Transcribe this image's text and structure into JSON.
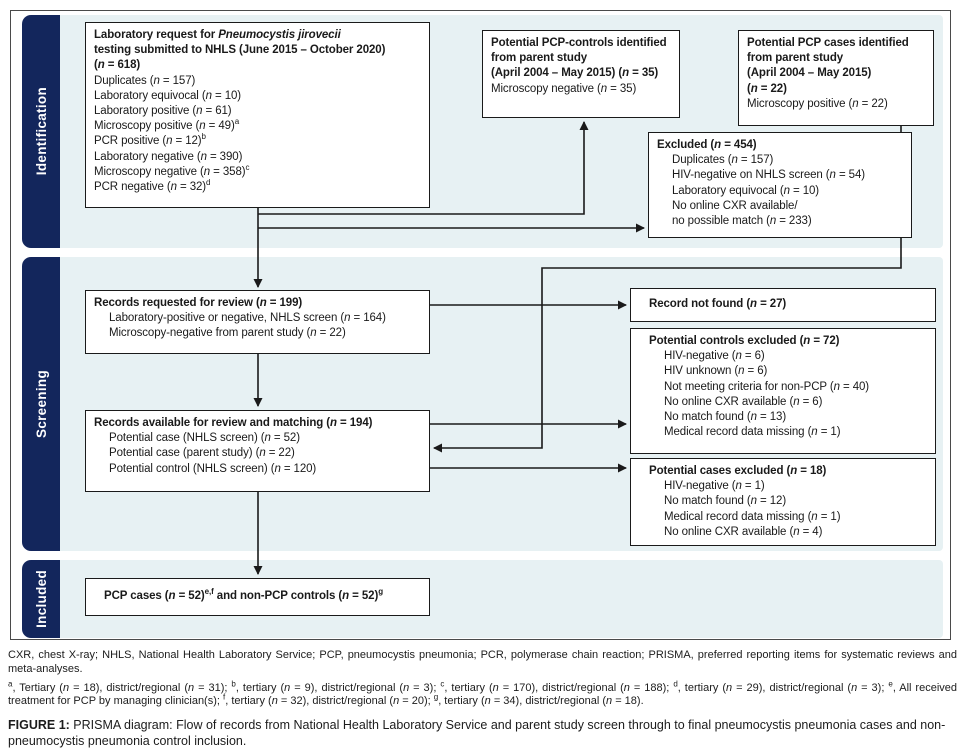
{
  "figure": {
    "sections": [
      {
        "id": "identification",
        "label": "Identification"
      },
      {
        "id": "screening",
        "label": "Screening"
      },
      {
        "id": "included",
        "label": "Included"
      }
    ],
    "boxes": {
      "lab_request": {
        "title_lines": [
          "Laboratory request for *Pneumocystis jirovecii*",
          "testing submitted to NHLS (June 2015 – October 2020)",
          "(n = 618)"
        ],
        "lines": [
          "Duplicates (n = 157)",
          "Laboratory equivocal (n = 10)",
          "Laboratory positive (n = 61)",
          "Microscopy positive (n = 49)^{a}",
          "PCR positive (n = 12)^{b}",
          "Laboratory negative (n = 390)",
          "Microscopy negative (n = 358)^{c}",
          "PCR negative (n = 32)^{d}"
        ],
        "indent": false
      },
      "pcp_controls": {
        "title_lines": [
          "Potential PCP-controls identified",
          "from parent study",
          "(April 2004 – May 2015) (n = 35)"
        ],
        "lines": [
          "Microscopy negative (n = 35)"
        ],
        "indent": false
      },
      "pcp_cases": {
        "title_lines": [
          "Potential PCP cases identified",
          "from parent study",
          "(April 2004 – May 2015)",
          "(n = 22)"
        ],
        "lines": [
          "Microscopy positive (n = 22)"
        ],
        "indent": false
      },
      "excluded": {
        "title_lines": [
          "Excluded (n = 454)"
        ],
        "lines": [
          "Duplicates (n = 157)",
          "HIV-negative on NHLS screen (n = 54)",
          "Laboratory equivocal (n = 10)",
          "No online CXR available/",
          "no possible match (n = 233)"
        ],
        "indent": true
      },
      "records_requested": {
        "title_lines": [
          "Records requested for review (n = 199)"
        ],
        "lines": [
          "Laboratory-positive or negative, NHLS screen (n = 164)",
          "Microscopy-negative from parent study (n = 22)"
        ],
        "indent": true
      },
      "record_not_found": {
        "title_lines": [
          "Record not found (n = 27)"
        ],
        "lines": [],
        "indent": false
      },
      "controls_excluded": {
        "title_lines": [
          "Potential controls excluded (n = 72)"
        ],
        "lines": [
          "HIV-negative (n = 6)",
          "HIV unknown (n = 6)",
          "Not meeting criteria for non-PCP (n = 40)",
          "No online CXR available (n = 6)",
          "No match found (n = 13)",
          "Medical record data missing (n = 1)"
        ],
        "indent": true
      },
      "records_available": {
        "title_lines": [
          "Records available for review and matching (n = 194)"
        ],
        "lines": [
          "Potential case (NHLS screen) (n = 52)",
          "Potential case (parent study) (n = 22)",
          "Potential control (NHLS screen) (n = 120)"
        ],
        "indent": true
      },
      "cases_excluded": {
        "title_lines": [
          "Potential cases excluded (n = 18)"
        ],
        "lines": [
          "HIV-negative (n = 1)",
          "No match found (n = 12)",
          "Medical record data missing (n = 1)",
          "No online CXR available (n = 4)"
        ],
        "indent": true
      },
      "final_inclusion": {
        "title_lines": [
          "PCP cases (n = 52)^{e,f} and non-PCP controls (n = 52)^{g}"
        ],
        "lines": [],
        "indent": false
      }
    }
  },
  "footnotes": {
    "abbreviations": "CXR, chest X-ray; NHLS, National Health Laboratory Service; PCP, pneumocystis pneumonia; PCR, polymerase chain reaction; PRISMA, preferred reporting items for systematic reviews and meta-analyses.",
    "superscripts": "^{a}, Tertiary (n = 18), district/regional (n = 31); ^{b}, tertiary (n = 9), district/regional (n = 3); ^{c}, tertiary (n = 170), district/regional (n = 188); ^{d}, tertiary (n = 29), district/regional (n = 3); ^{e}, All received treatment for PCP by managing clinician(s); ^{f}, tertiary (n = 32), district/regional (n = 20); ^{g}, tertiary (n = 34), district/regional (n = 18).",
    "caption_label": "FIGURE 1:",
    "caption_text": "PRISMA diagram: Flow of records from National Health Laboratory Service and parent study screen through to final pneumocystis pneumonia cases and non-pneumocystis pneumonia control inclusion."
  },
  "colors": {
    "section_bar": "#13265c",
    "section_band": "#e7f1f3",
    "box_border": "#1a1a1a",
    "arrow": "#1a1a1a",
    "text": "#1a1a1a"
  }
}
